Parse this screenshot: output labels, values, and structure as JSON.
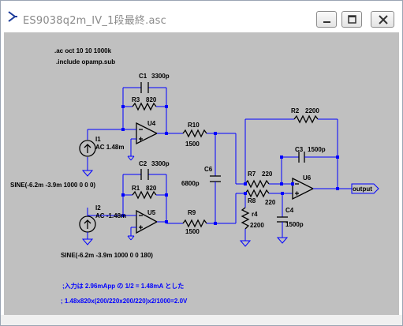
{
  "window": {
    "title": "ES9038q2m_IV_1段最終.asc"
  },
  "directives": {
    "ac": ".ac oct 10 10 1000k",
    "include": ".include opamp.sub"
  },
  "components": {
    "c1": {
      "name": "C1",
      "value": "3300p"
    },
    "r3": {
      "name": "R3",
      "value": "820"
    },
    "u4": {
      "name": "U4"
    },
    "i1": {
      "name": "I1",
      "value": "AC 1.48m",
      "source": "SINE(-6.2m -3.9m 1000 0 0 0)"
    },
    "r10": {
      "name": "R10",
      "value": "1500"
    },
    "c2": {
      "name": "C2",
      "value": "3300p"
    },
    "r1": {
      "name": "R1",
      "value": "820"
    },
    "u5": {
      "name": "U5"
    },
    "i2": {
      "name": "I2",
      "value": "AC -1.48m",
      "source": "SINE(-6.2m -3.9m 1000 0 0 180)"
    },
    "r9": {
      "name": "R9",
      "value": "1500"
    },
    "c6": {
      "name": "C6",
      "value": "6800p"
    },
    "r2": {
      "name": "R2",
      "value": "2200"
    },
    "c3": {
      "name": "C3",
      "value": "1500p"
    },
    "u6": {
      "name": "U6"
    },
    "r7": {
      "name": "R7",
      "value": "220"
    },
    "r8": {
      "name": "R8",
      "value": "220"
    },
    "r4": {
      "name": "r4",
      "value": "2200"
    },
    "c4": {
      "name": "C4",
      "value": "1500p"
    }
  },
  "netlabel": {
    "output": "output"
  },
  "comments": {
    "line1": ";入力は 2.96mApp の 1/2 = 1.48mA とした",
    "line2": "; 1.48x820x(200/220x200/220)x2/1000=2.0V"
  }
}
